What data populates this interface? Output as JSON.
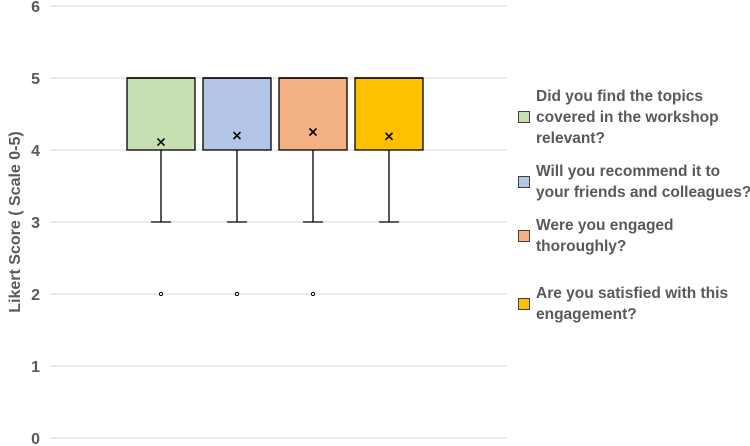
{
  "chart_data": {
    "type": "box",
    "ylabel": "Likert Score ( Scale 0-5)",
    "ylim": [
      0,
      6
    ],
    "yticks": [
      0,
      1,
      2,
      3,
      4,
      5,
      6
    ],
    "grid": true,
    "legend_position": "right",
    "series": [
      {
        "name": "Did you find the topics covered in the workshop relevant?",
        "color": "#c6e0b4",
        "min": 3,
        "q1": 4,
        "median": 5,
        "q3": 5,
        "max": 5,
        "mean": 4.11,
        "outliers": [
          2
        ]
      },
      {
        "name": "Will you recommend it to your friends and colleagues?",
        "color": "#b4c6e7",
        "min": 3,
        "q1": 4,
        "median": 5,
        "q3": 5,
        "max": 5,
        "mean": 4.2,
        "outliers": [
          2
        ]
      },
      {
        "name": "Were you engaged thoroughly?",
        "color": "#f4b183",
        "min": 3,
        "q1": 4,
        "median": 5,
        "q3": 5,
        "max": 5,
        "mean": 4.25,
        "outliers": [
          2
        ]
      },
      {
        "name": "Are you satisfied with this engagement?",
        "color": "#ffc000",
        "min": 3,
        "q1": 4,
        "median": 5,
        "q3": 5,
        "max": 5,
        "mean": 4.19,
        "outliers": []
      }
    ]
  },
  "legend": {
    "items": [
      {
        "lines": [
          "Did you find the topics",
          "covered in the workshop",
          "relevant?"
        ]
      },
      {
        "lines": [
          "Will you recommend it to",
          "your friends and colleagues?"
        ]
      },
      {
        "lines": [
          "Were you engaged",
          "thoroughly?"
        ]
      },
      {
        "lines": [
          "Are you satisfied with this",
          "engagement?"
        ]
      }
    ]
  }
}
